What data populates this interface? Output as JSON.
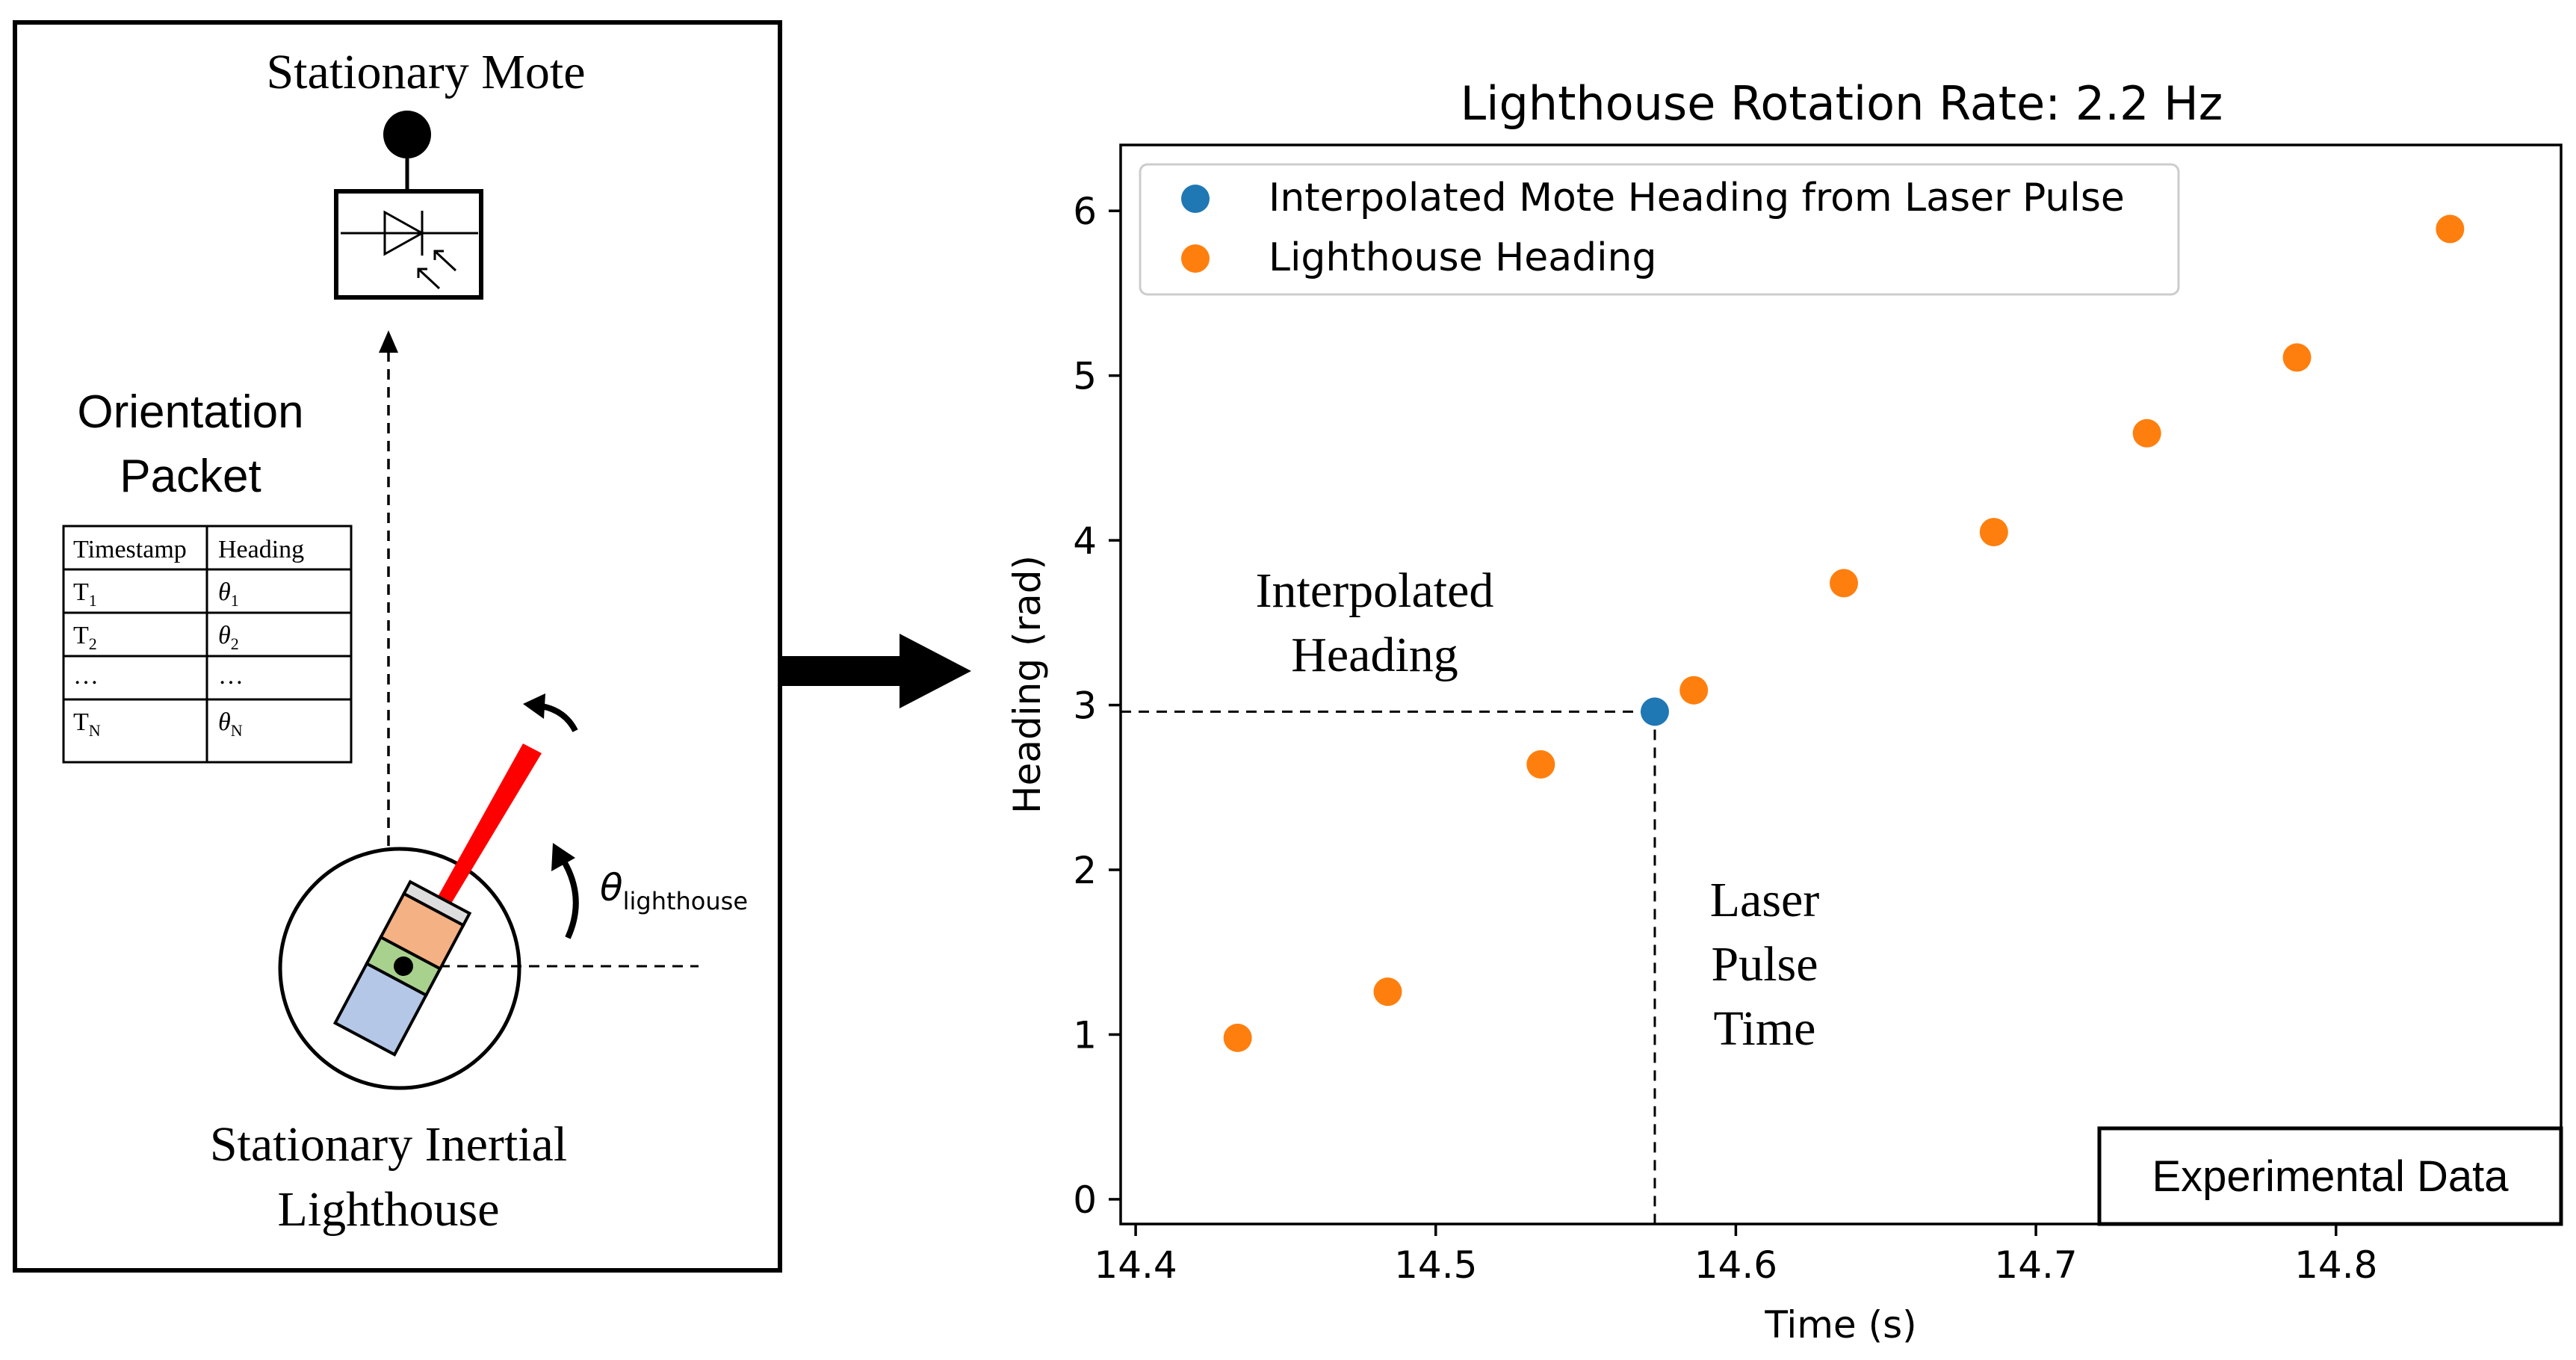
{
  "left_panel": {
    "mote_title": "Stationary Mote",
    "packet_title_line1": "Orientation",
    "packet_title_line2": "Packet",
    "table": {
      "headers": [
        "Timestamp",
        "Heading"
      ],
      "rows": [
        {
          "t": "T",
          "t_sub": "1",
          "h": "θ",
          "h_sub": "1"
        },
        {
          "t": "T",
          "t_sub": "2",
          "h": "θ",
          "h_sub": "2"
        },
        {
          "t": "…",
          "t_sub": "",
          "h": "…",
          "h_sub": ""
        },
        {
          "t": "T",
          "t_sub": "N",
          "h": "θ",
          "h_sub": "N"
        }
      ]
    },
    "theta_symbol": "θ",
    "theta_sub": "lighthouse",
    "lighthouse_line1": "Stationary Inertial",
    "lighthouse_line2": "Lighthouse"
  },
  "annotations": {
    "interp_line1": "Interpolated",
    "interp_line2": "Heading",
    "laser_line1": "Laser",
    "laser_line2": "Pulse",
    "laser_line3": "Time",
    "box_label": "Experimental Data"
  },
  "colors": {
    "mote": "#1f77b4",
    "lighthouse": "#ff7f0e",
    "laser": "#ff0000",
    "orange_block": "#f4b183",
    "green_block": "#a9d18e",
    "blue_block": "#b4c7e7"
  },
  "chart_data": {
    "type": "scatter",
    "title": "Lighthouse Rotation Rate: 2.2 Hz",
    "xlabel": "Time (s)",
    "ylabel": "Heading (rad)",
    "xlim": [
      14.395,
      14.875
    ],
    "ylim": [
      -0.15,
      6.4
    ],
    "xticks": [
      14.4,
      14.5,
      14.6,
      14.7,
      14.8
    ],
    "xtick_labels": [
      "14.4",
      "14.5",
      "14.6",
      "14.7",
      "14.8"
    ],
    "yticks": [
      0,
      1,
      2,
      3,
      4,
      5,
      6
    ],
    "ytick_labels": [
      "0",
      "1",
      "2",
      "3",
      "4",
      "5",
      "6"
    ],
    "grid": false,
    "legend_position": "top-left",
    "series": [
      {
        "name": "Interpolated Mote Heading from Laser Pulse",
        "color": "#1f77b4",
        "points": [
          [
            14.573,
            2.96
          ]
        ]
      },
      {
        "name": "Lighthouse Heading",
        "color": "#ff7f0e",
        "points": [
          [
            14.434,
            0.98
          ],
          [
            14.484,
            1.26
          ],
          [
            14.535,
            2.64
          ],
          [
            14.586,
            3.09
          ],
          [
            14.636,
            3.74
          ],
          [
            14.686,
            4.05
          ],
          [
            14.737,
            4.65
          ],
          [
            14.787,
            5.11
          ],
          [
            14.838,
            5.89
          ]
        ]
      }
    ],
    "reference_point": {
      "x": 14.573,
      "y": 2.96
    }
  }
}
